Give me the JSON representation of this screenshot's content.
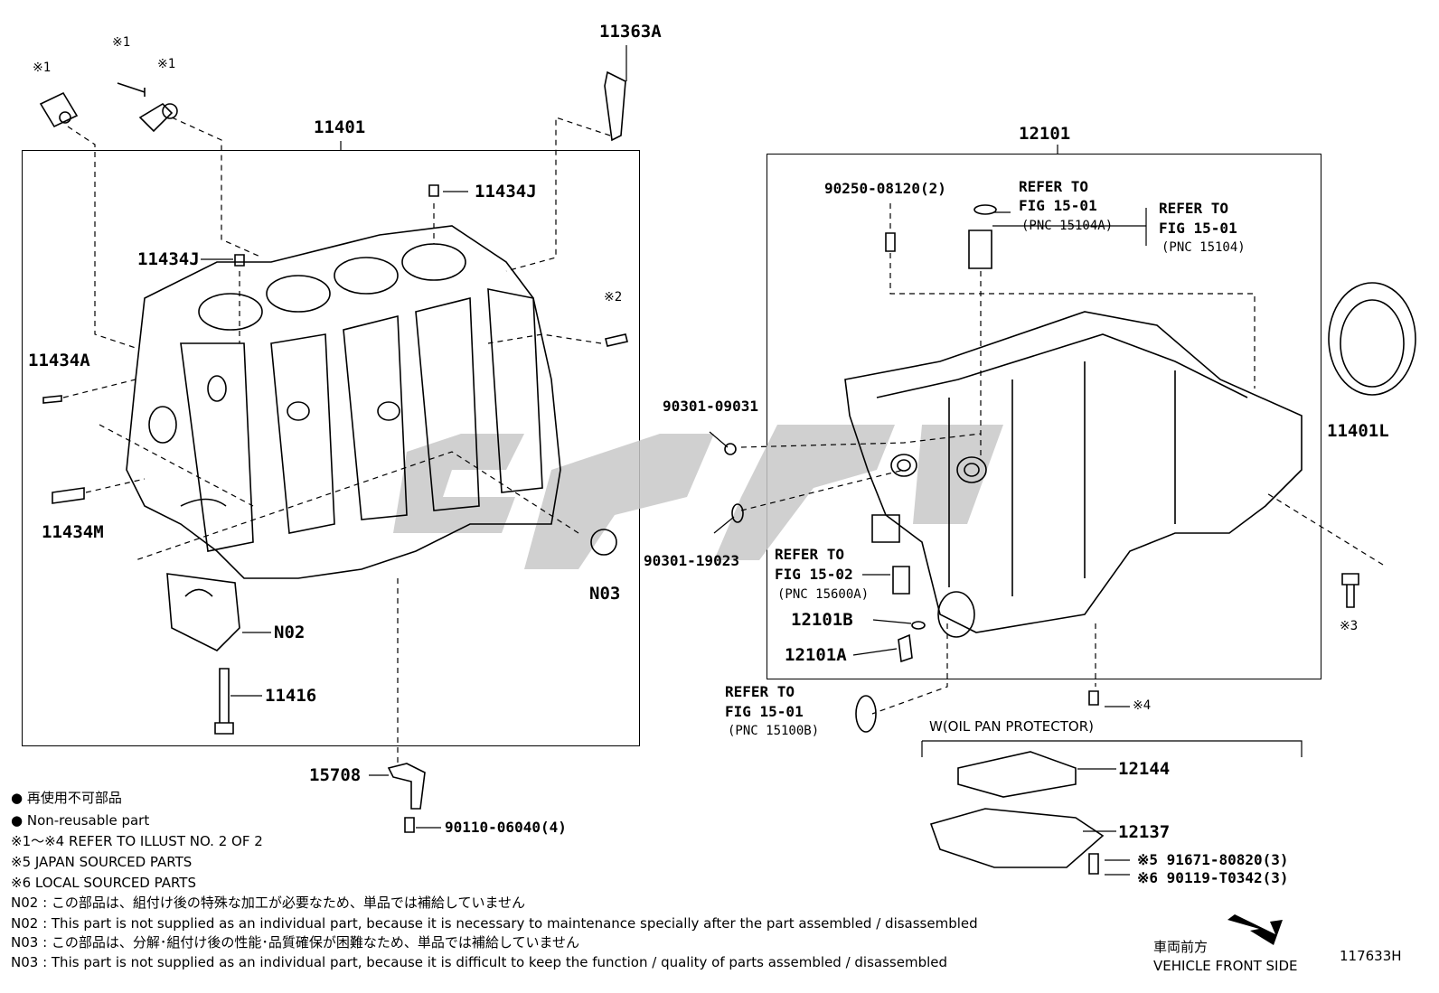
{
  "labels": {
    "p11363A": "11363A",
    "p11401": "11401",
    "p11434J_top": "11434J",
    "p11434J_left": "11434J",
    "p11434A": "11434A",
    "p11434M": "11434M",
    "pN02": "N02",
    "pN03": "N03",
    "p11416": "11416",
    "p15708": "15708",
    "p90110": "90110-06040(4)",
    "p12101": "12101",
    "p90250": "90250-08120(2)",
    "p90301_09031": "90301-09031",
    "p90301_19023": "90301-19023",
    "p12101B": "12101B",
    "p12101A": "12101A",
    "p11401L": "11401L",
    "p12144": "12144",
    "p12137": "12137",
    "p91671": "※5 91671-80820(3)",
    "p90119": "※6 90119-T0342(3)",
    "mark1a": "※1",
    "mark1b": "※1",
    "mark1c": "※1",
    "mark2": "※2",
    "mark3": "※3",
    "mark4": "※4"
  },
  "refs": {
    "r1_a": "REFER TO",
    "r1_b": "FIG 15-01",
    "r1_c": "(PNC 15104A)",
    "r2_a": "REFER TO",
    "r2_b": "FIG 15-01",
    "r2_c": "(PNC 15104)",
    "r3_a": "REFER TO",
    "r3_b": "FIG 15-02",
    "r3_c": "(PNC 15600A)",
    "r4_a": "REFER TO",
    "r4_b": "FIG 15-01",
    "r4_c": "(PNC 15100B)"
  },
  "oil_pan_protector": "W(OIL PAN PROTECTOR)",
  "legend": [
    "● 再使用不可部品",
    "● Non-reusable part",
    "※1～※4  REFER TO ILLUST NO. 2 OF 2",
    "※5 JAPAN SOURCED PARTS",
    "※6 LOCAL SOURCED PARTS",
    "N02 : この部品は、組付け後の特殊な加工が必要なため、単品では補給していません",
    "N02 : This part is not supplied as an individual part, because it is necessary to maintenance specially after the part assembled / disassembled",
    "N03 : この部品は、分解･組付け後の性能･品質確保が困難なため、単品では補給していません",
    "N03 : This part is not supplied as an individual part, because it is difficult to keep the function / quality of parts  assembled / disassembled"
  ],
  "front": {
    "jp": "車両前方",
    "en": "VEHICLE FRONT SIDE"
  },
  "illust_no": "117633H",
  "colors": {
    "ink": "#000000",
    "watermark": "#c8c8c8"
  }
}
